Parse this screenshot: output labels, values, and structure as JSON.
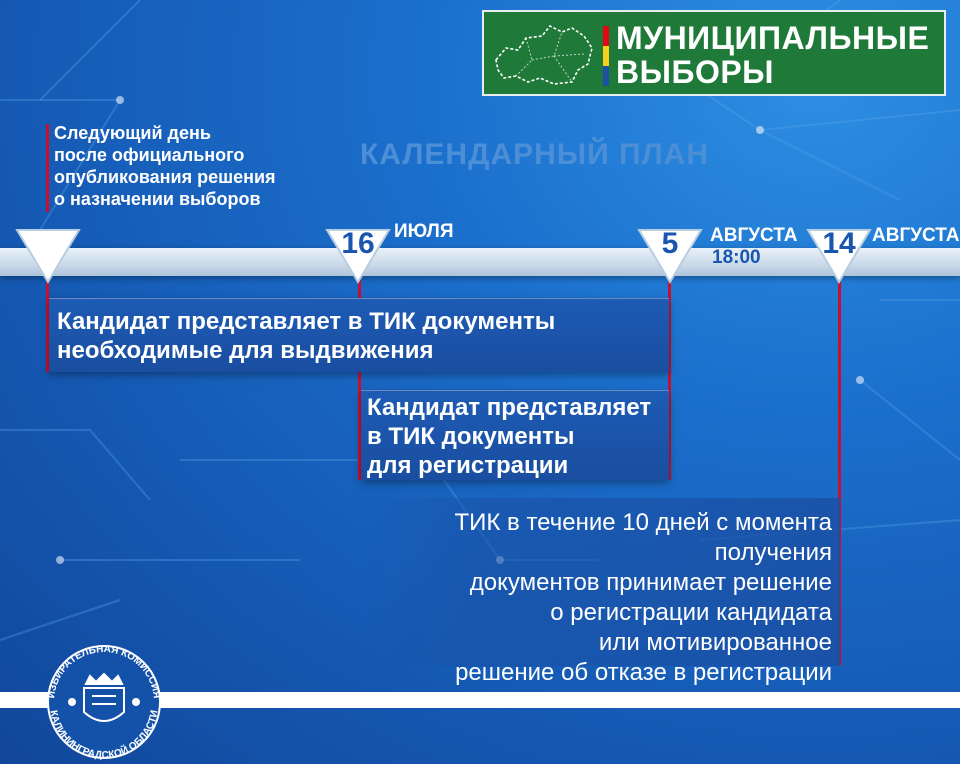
{
  "header": {
    "badge_line1": "МУНИЦИПАЛЬНЫЕ",
    "badge_line2": "ВЫБОРЫ",
    "map_icon": "kaliningrad-region-map-icon",
    "flag_colors": [
      "#e30613",
      "#f7d117",
      "#1d4fa3"
    ]
  },
  "plan_title": "КАЛЕНДАРНЫЙ ПЛАН",
  "start_note": [
    "Следующий день",
    "после официального",
    "опубликования решения",
    "о назначении выборов"
  ],
  "timeline": {
    "markers": [
      {
        "number": "",
        "label": "",
        "sublabel": ""
      },
      {
        "number": "16",
        "label": "ИЮЛЯ",
        "sublabel": ""
      },
      {
        "number": "5",
        "label": "АВГУСТА",
        "sublabel": "18:00"
      },
      {
        "number": "14",
        "label": "АВГУСТА",
        "sublabel": ""
      }
    ]
  },
  "steps": [
    {
      "lines": [
        "Кандидат представляет в ТИК документы",
        "необходимые для выдвижения"
      ]
    },
    {
      "lines": [
        "Кандидат представляет",
        "в ТИК документы",
        "для регистрации"
      ]
    },
    {
      "lines": [
        "ТИК в течение 10 дней с момента получения",
        "документов принимает решение",
        "о регистрации кандидата",
        "или мотивированное",
        "решение об отказе в регистрации"
      ]
    }
  ],
  "seal": {
    "text_top": "ИЗБИРАТЕЛЬНАЯ КОМИССИЯ",
    "text_bottom": "КАЛИНИНГРАДСКОЙ ОБЛАСТИ",
    "icon": "coat-of-arms-icon"
  },
  "colors": {
    "accent_red": "#c8102e",
    "badge_green": "#1f7a3a",
    "marker_blue": "#1a56b0"
  }
}
